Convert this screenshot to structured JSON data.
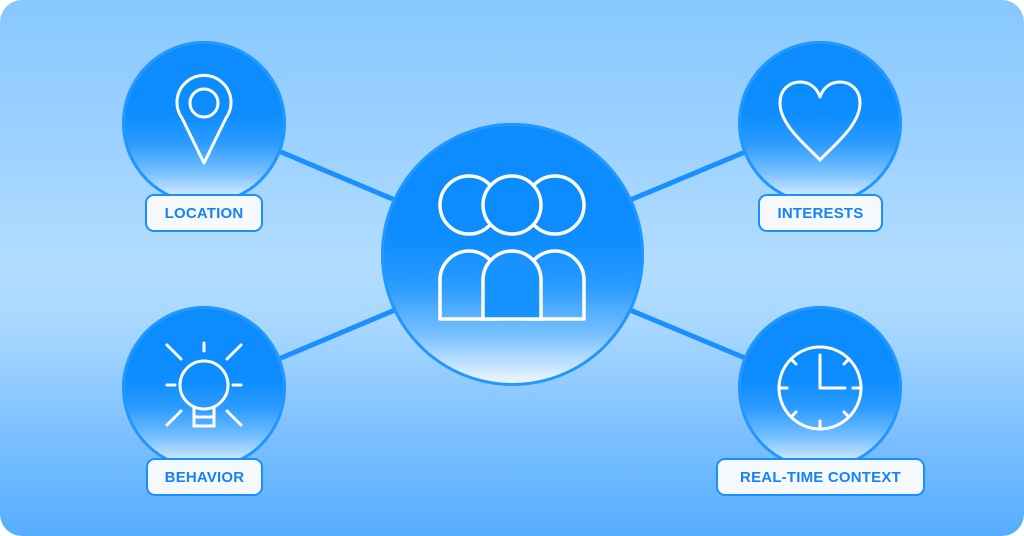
{
  "diagram": {
    "center": {
      "icon": "group-of-people-icon"
    },
    "nodes": [
      {
        "id": "location",
        "label": "LOCATION",
        "icon": "map-pin-icon",
        "position": "top-left"
      },
      {
        "id": "interests",
        "label": "INTERESTS",
        "icon": "heart-icon",
        "position": "top-right"
      },
      {
        "id": "behavior",
        "label": "BEHAVIOR",
        "icon": "lightbulb-icon",
        "position": "bottom-left"
      },
      {
        "id": "realtime",
        "label": "REAL-TIME CONTEXT",
        "icon": "clock-icon",
        "position": "bottom-right"
      }
    ],
    "colors": {
      "node_blue": "#0b8cff",
      "line_blue": "#1a8fff",
      "label_text": "#1782f5",
      "label_bg": "#f6f9fc",
      "background_top": "#88c8ff",
      "background_bottom": "#56adff"
    }
  }
}
